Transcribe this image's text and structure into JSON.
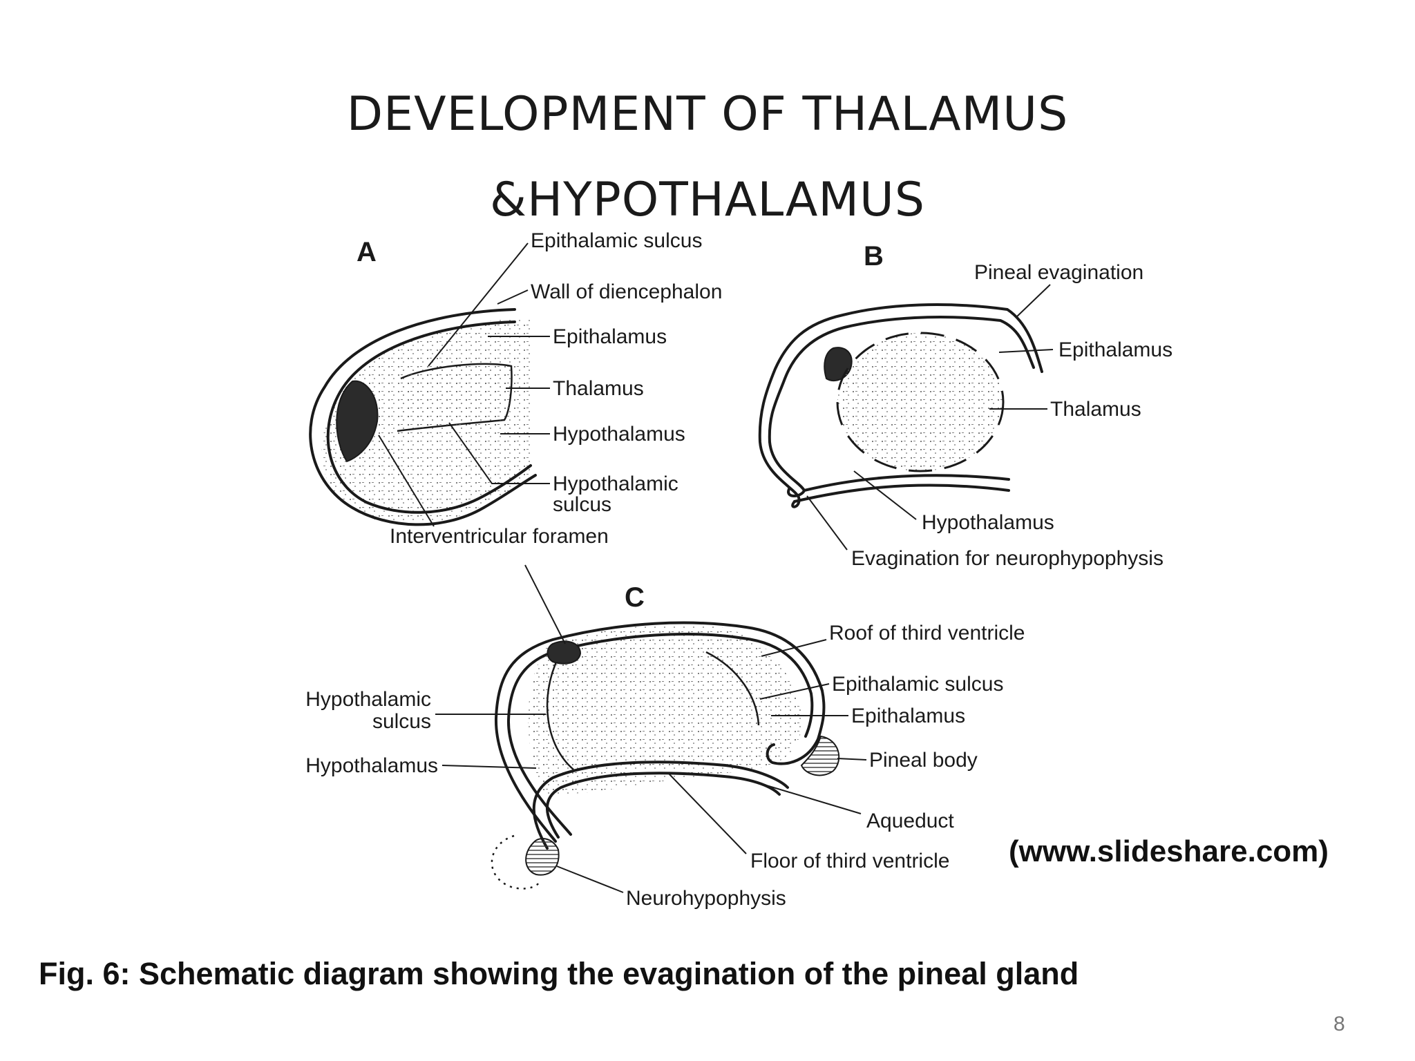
{
  "slide": {
    "title_line1": "DEVELOPMENT OF THALAMUS",
    "title_line2": "&HYPOTHALAMUS",
    "source": "(www.slideshare.com)",
    "caption": "Fig. 6: Schematic diagram showing the evagination of the pineal gland",
    "page_number": "8"
  },
  "diagram": {
    "panel_a": {
      "letter": "A",
      "labels": {
        "epithalamic_sulcus": "Epithalamic sulcus",
        "wall_of_diencephalon": "Wall of diencephalon",
        "epithalamus": "Epithalamus",
        "thalamus": "Thalamus",
        "hypothalamus": "Hypothalamus",
        "hypothalamic_sulcus_1": "Hypothalamic",
        "hypothalamic_sulcus_2": "sulcus",
        "interventricular_foramen": "Interventricular foramen"
      }
    },
    "panel_b": {
      "letter": "B",
      "labels": {
        "pineal_evagination": "Pineal evagination",
        "epithalamus": "Epithalamus",
        "thalamus": "Thalamus",
        "hypothalamus": "Hypothalamus",
        "evagination_neurohypophysis": "Evagination for neurophypophysis"
      }
    },
    "panel_c": {
      "letter": "C",
      "labels": {
        "roof_third_ventricle": "Roof of third ventricle",
        "epithalamic_sulcus": "Epithalamic sulcus",
        "epithalamus": "Epithalamus",
        "pineal_body": "Pineal body",
        "aqueduct": "Aqueduct",
        "floor_third_ventricle": "Floor of third ventricle",
        "neurohypophysis": "Neurohypophysis",
        "hypothalamic_sulcus_1": "Hypothalamic",
        "hypothalamic_sulcus_2": "sulcus",
        "hypothalamus": "Hypothalamus"
      }
    }
  }
}
